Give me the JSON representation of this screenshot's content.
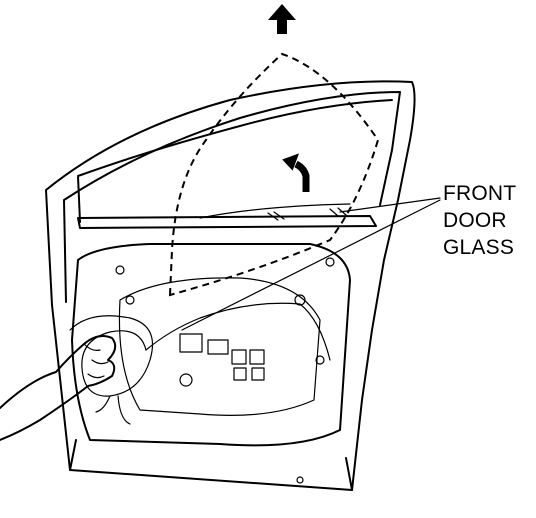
{
  "callout": {
    "lines": [
      "FRONT",
      "DOOR",
      "GLASS"
    ]
  },
  "icons": {
    "up_arrow": "up-arrow-icon",
    "tilt_arrow": "curved-up-arrow-icon"
  },
  "colors": {
    "ink": "#000000",
    "paper": "#ffffff"
  }
}
